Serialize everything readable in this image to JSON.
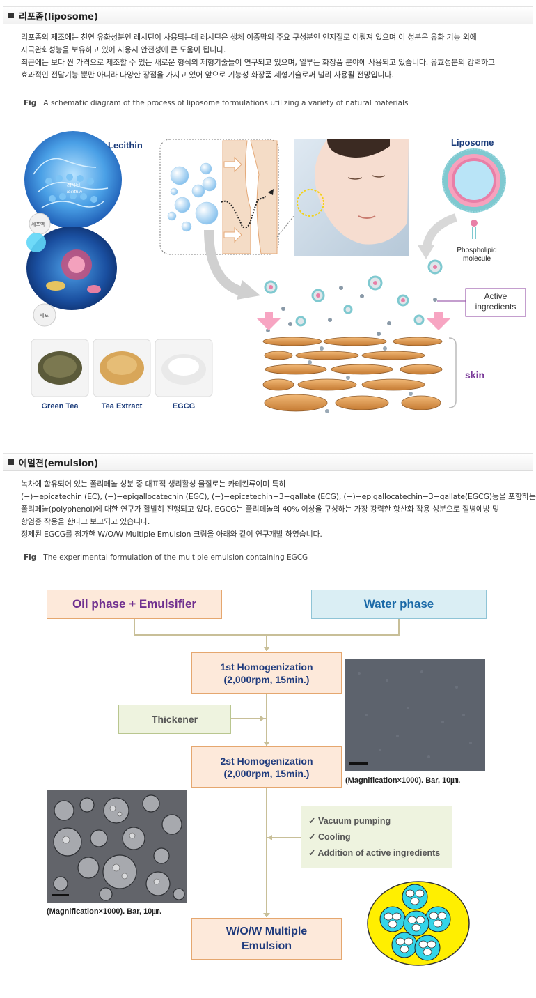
{
  "liposome": {
    "title": "리포좀(liposome)",
    "para": [
      "리포좀의 제조에는 천연 유화성분인 레시틴이 사용되는데 레시틴은 생체 이중막의 주요 구성분인 인지질로 이뤄져 있으며 이 성분은 유화 기능 외에",
      "자극완화성능을 보유하고 있어 사용시 안전성에 큰 도움이 됩니다.",
      "최근에는 보다 싼 가격으로 제조할 수 있는 새로운 형식의 제형기술들이 연구되고 있으며, 일부는 화장품 분야에 사용되고 있습니다. 유효성분의 강력하고",
      "효과적인 전달기능 뿐만 아니라 다양한 장점을 가지고 있어 앞으로 기능성 화장품 제형기술로써 널리 사용될 전망입니다."
    ],
    "fig_prefix": "Fig",
    "fig_caption": "A schematic diagram of the process of liposome formulations utilizing a variety of natural materials",
    "diagram": {
      "lecithin": "Lecithin",
      "lecithin_inner": "레시틴",
      "lecithin_inner_en": "lecithin",
      "cell_wall": "세포벽",
      "cell": "세포",
      "liposome": "Liposome",
      "phospholipid": "Phospholipid",
      "molecule": "molecule",
      "active1": "Active",
      "active2": "ingredients",
      "skin": "skin",
      "items": [
        "Green Tea",
        "Tea Extract",
        "EGCG"
      ]
    }
  },
  "emulsion": {
    "title": "에멀젼(emulsion)",
    "para": [
      "녹차에 함유되어 있는 폴리페놀 성분 중 대표적 생리활성 물질로는 카테킨류이며 특히",
      "(−)−epicatechin (EC), (−)−epigallocatechin (EGC), (−)−epicatechin−3−gallate (ECG), (−)−epigallocatechin−3−gallate(EGCG)등을 포함하는",
      "폴리페놀(polyphenol)에 대한 연구가 활발히 진행되고 있다. EGCG는 폴리페놀의 40% 이상을 구성하는 가장 강력한 항산화 작용 성분으로 질병예방 및",
      "항염증 작용을 한다고 보고되고 있습니다.",
      "정제된 EGCG를 첨가한 W/O/W Multiple Emulsion 크림을 아래와 같이 연구개발 하였습니다."
    ],
    "fig_prefix": "Fig",
    "fig_caption": "The experimental formulation of the multiple emulsion containing  EGCG",
    "flow": {
      "oil": "Oil phase + Emulsifier",
      "water": "Water phase",
      "h1a": "1st Homogenization",
      "h1b": "(2,000rpm, 15min.)",
      "thickener": "Thickener",
      "h2a": "2st Homogenization",
      "h2b": "(2,000rpm, 15min.)",
      "check": [
        "Vacuum pumping",
        "Cooling",
        "Addition of active ingredients"
      ],
      "final1": "W/O/W Multiple",
      "final2": "Emulsion",
      "mag_caption": "(Magnification×1000).  Bar, 10㎛."
    }
  }
}
